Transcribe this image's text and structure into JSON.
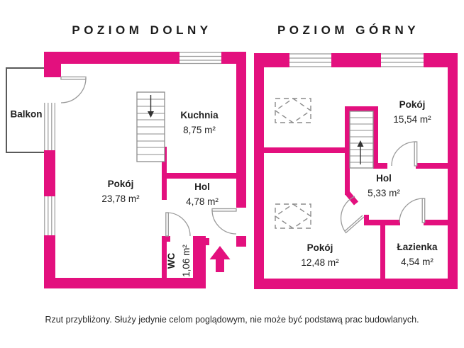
{
  "page": {
    "lower_title": "POZIOM DOLNY",
    "upper_title": "POZIOM GÓRNY",
    "disclaimer": "Rzut przybliżony. Służy jedynie celom poglądowym, nie może być podstawą prac budowlanych."
  },
  "lower_level": {
    "balcony_label": "Balkon",
    "rooms": {
      "kuchnia": {
        "name": "Kuchnia",
        "area": "8,75 m²"
      },
      "pokoj": {
        "name": "Pokój",
        "area": "23,78 m²"
      },
      "hol": {
        "name": "Hol",
        "area": "4,78 m²"
      },
      "wc": {
        "name": "WC",
        "area": "1,06 m²"
      }
    }
  },
  "upper_level": {
    "rooms": {
      "pokoj_1": {
        "name": "Pokój",
        "area": "15,54 m²"
      },
      "hol": {
        "name": "Hol",
        "area": "5,33 m²"
      },
      "pokoj_2": {
        "name": "Pokój",
        "area": "12,48 m²"
      },
      "lazienka": {
        "name": "Łazienka",
        "area": "4,54 m²"
      }
    }
  },
  "icons": {
    "entry_arrow": "up-arrow",
    "stairs_down_arrow": "down-arrow",
    "stairs_up_arrow": "up-arrow",
    "skylight": "dashed-roof-window"
  },
  "colors": {
    "wall": "#E3107E",
    "outline_gray": "#8C8C8C",
    "text": "#1F1F1F"
  }
}
